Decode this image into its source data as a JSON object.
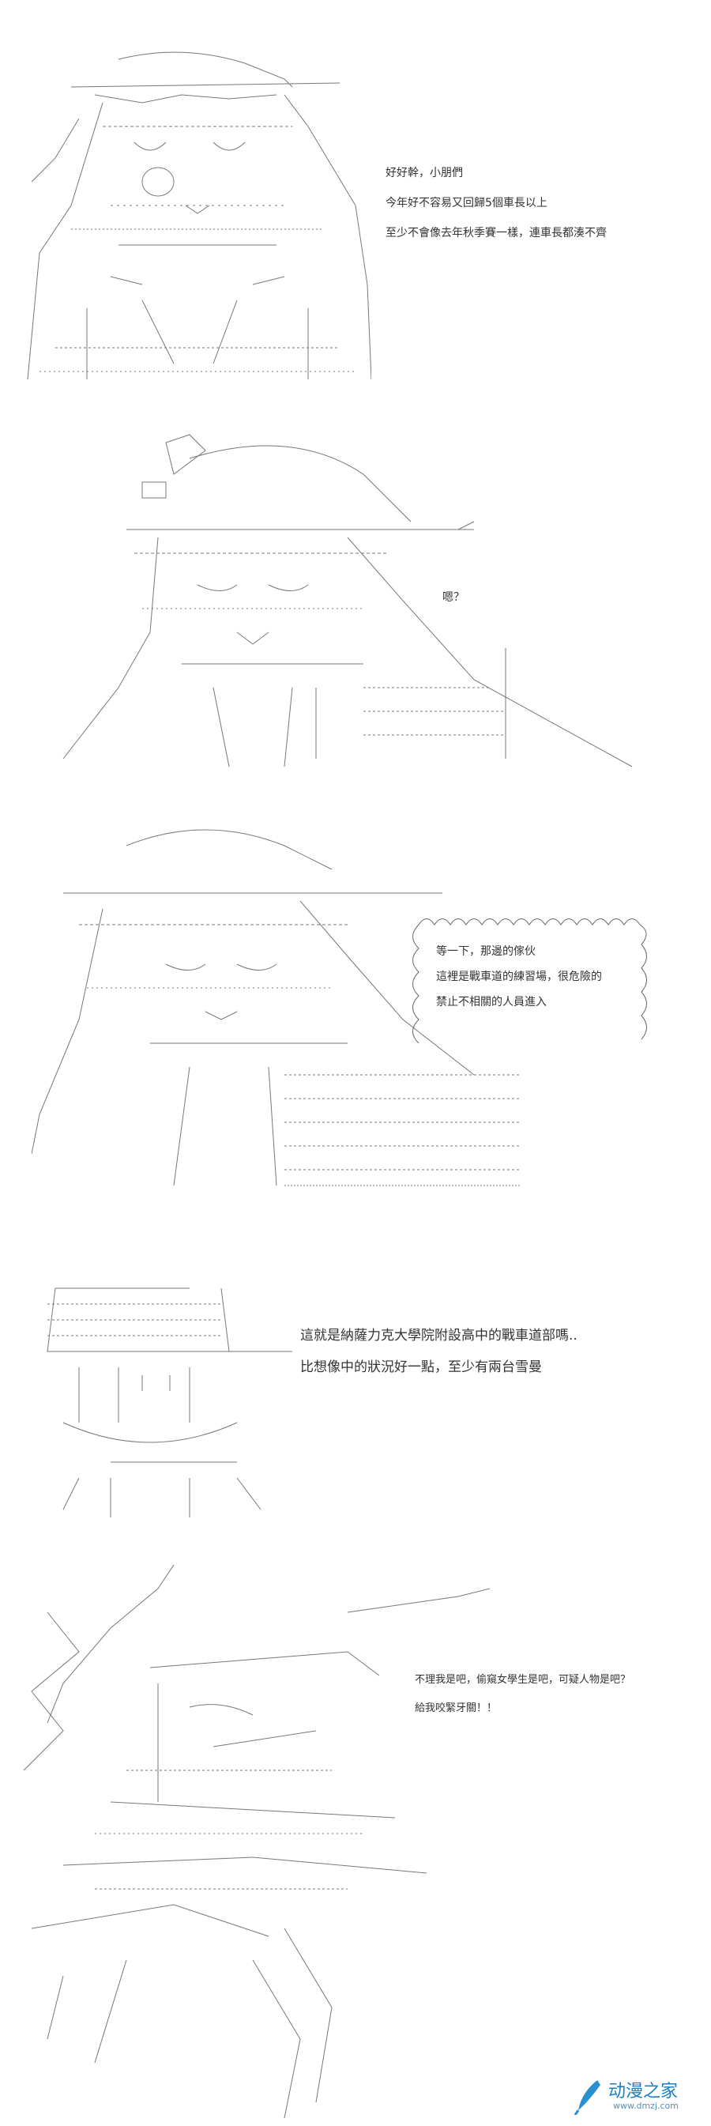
{
  "panels": [
    {
      "id": "panel-1",
      "dialog": [
        "好好幹，小朋們",
        "今年好不容易又回歸5個車長以上",
        "至少不會像去年秋季賽一樣，連車長都湊不齊"
      ]
    },
    {
      "id": "panel-2",
      "dialog": [
        "嗯？"
      ]
    },
    {
      "id": "panel-3",
      "dialog": [
        "等一下，那邊的傢伙",
        "這裡是戰車道的練習場，很危險的",
        "禁止不相關的人員進入"
      ]
    },
    {
      "id": "panel-4",
      "dialog": [
        "這就是納薩力克大學院附設高中的戰車道部嗎..",
        "比想像中的狀況好一點，至少有兩台雪曼"
      ]
    },
    {
      "id": "panel-5",
      "dialog": [
        "不理我是吧，偷窺女學生是吧，可疑人物是吧？",
        "給我咬緊牙關！！"
      ]
    }
  ],
  "watermark": {
    "name": "动漫之家",
    "url": "www.dmzj.com",
    "color": "#1e7fc0"
  }
}
